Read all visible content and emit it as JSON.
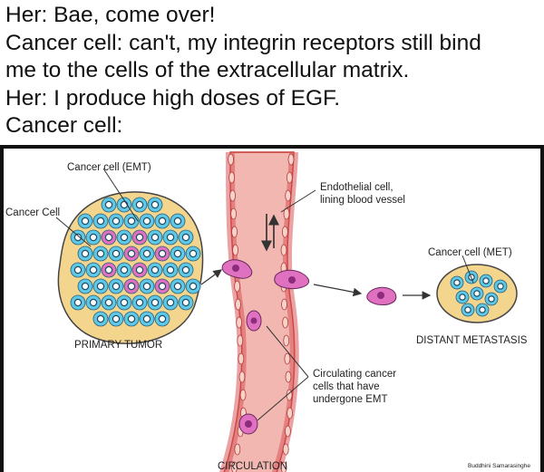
{
  "caption": {
    "lines": [
      "Her: Bae, come over!",
      "Cancer cell: can't, my integrin receptors still bind",
      "me to the cells of the extracellular matrix.",
      "Her: I produce high doses of EGF.",
      "Cancer cell:"
    ]
  },
  "diagram": {
    "labels": {
      "cancer_cell_emt": "Cancer cell (EMT)",
      "cancer_cell": "Cancer Cell",
      "endothelial_line1": "Endothelial cell,",
      "endothelial_line2": "lining blood vessel",
      "cancer_cell_met": "Cancer cell (MET)",
      "primary_tumor": "PRIMARY TUMOR",
      "distant_metastasis": "DISTANT METASTASIS",
      "circulating_line1": "Circulating cancer",
      "circulating_line2": "cells that have",
      "circulating_line3": "undergone EMT",
      "circulation": "CIRCULATION",
      "credit": "Buddhini Samarasinghe"
    },
    "colors": {
      "tumor_fill": "#f3d58e",
      "epithelial_cell": "#5ec8e6",
      "cancer_cell": "#e070c0",
      "vessel_fill": "#f1b7b0",
      "vessel_wall": "#d9565a"
    }
  }
}
